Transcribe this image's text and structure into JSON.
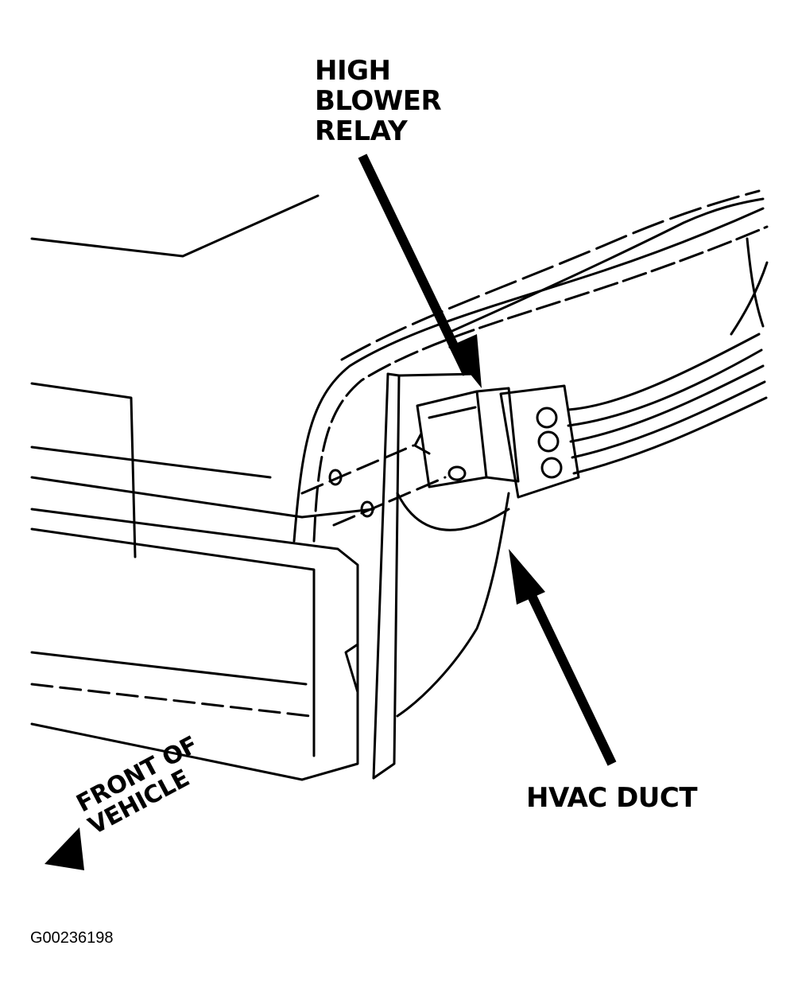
{
  "labels": {
    "relay": [
      "HIGH",
      "BLOWER",
      "RELAY"
    ],
    "duct": "HVAC DUCT",
    "front": [
      "FRONT OF",
      "VEHICLE"
    ]
  },
  "figure_id": "G00236198",
  "colors": {
    "ink": "#000000",
    "paper": "#ffffff"
  }
}
